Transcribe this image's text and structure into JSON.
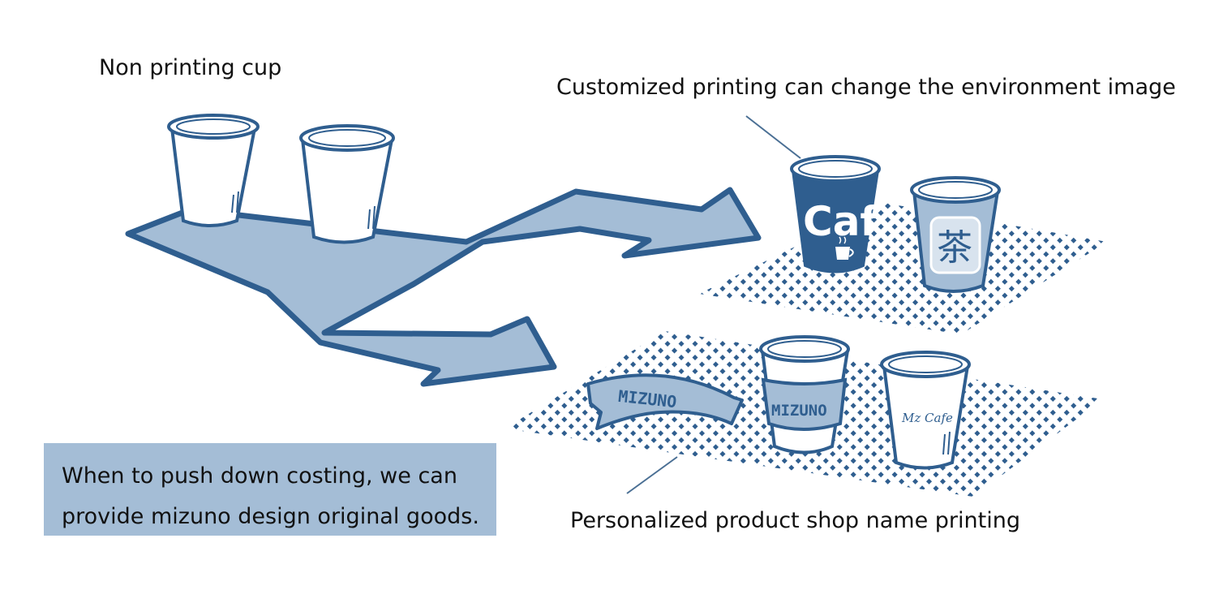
{
  "labels": {
    "non_printing": "Non printing cup",
    "customized": "Customized printing can change the environment image",
    "personalized": "Personalized product shop name printing"
  },
  "note": {
    "line1": "When to push down costing, we can",
    "line2": "provide mizuno design original goods."
  },
  "cup_prints": {
    "cafe_cup": "Caf",
    "tea_cup": "茶",
    "sleeve_text": "MIZUNO",
    "sleeve_cup_text": "MIZUNO",
    "logo_cup_text": "Mz Cafe"
  },
  "colors": {
    "dark_blue": "#2f5e8f",
    "light_blue": "#a4bdd6",
    "arrow_fill": "#a4bdd6",
    "arrow_stroke": "#2f5e8f"
  },
  "icons": [
    "cup-icon",
    "arrow-icon",
    "dotted-mat"
  ]
}
